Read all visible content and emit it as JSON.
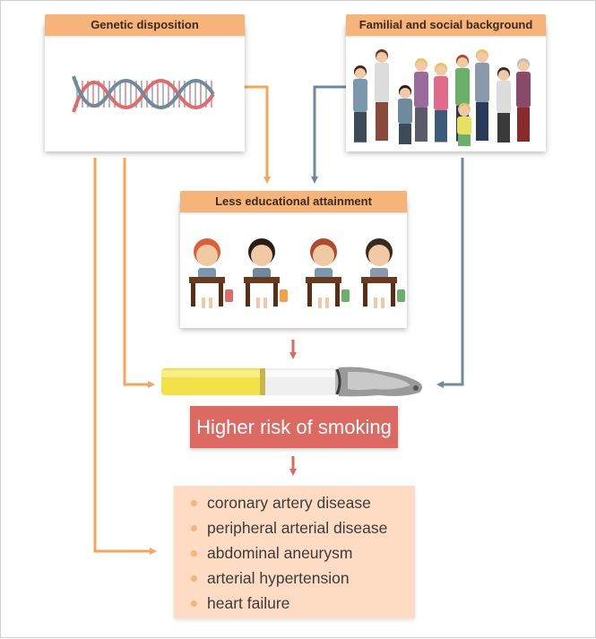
{
  "boxes": {
    "genetic": "Genetic disposition",
    "family": "Familial and social background",
    "education": "Less educational attainment"
  },
  "risk_label": "Higher risk of smoking",
  "outcomes": [
    "coronary artery disease",
    "peripheral arterial disease",
    "abdominal aneurysm",
    "arterial hypertension",
    "heart failure"
  ],
  "colors": {
    "orange_arrow": "#f5a55c",
    "blue_arrow": "#6e8a9c",
    "red_arrow": "#dc6a62",
    "header": "#f7b47a",
    "risk_box": "#dc6a62",
    "outcome_box": "#fddcc3"
  },
  "icons": [
    "dna-helix-icon",
    "family-group-icon",
    "students-at-desks-icon",
    "burning-cigarette-icon"
  ]
}
